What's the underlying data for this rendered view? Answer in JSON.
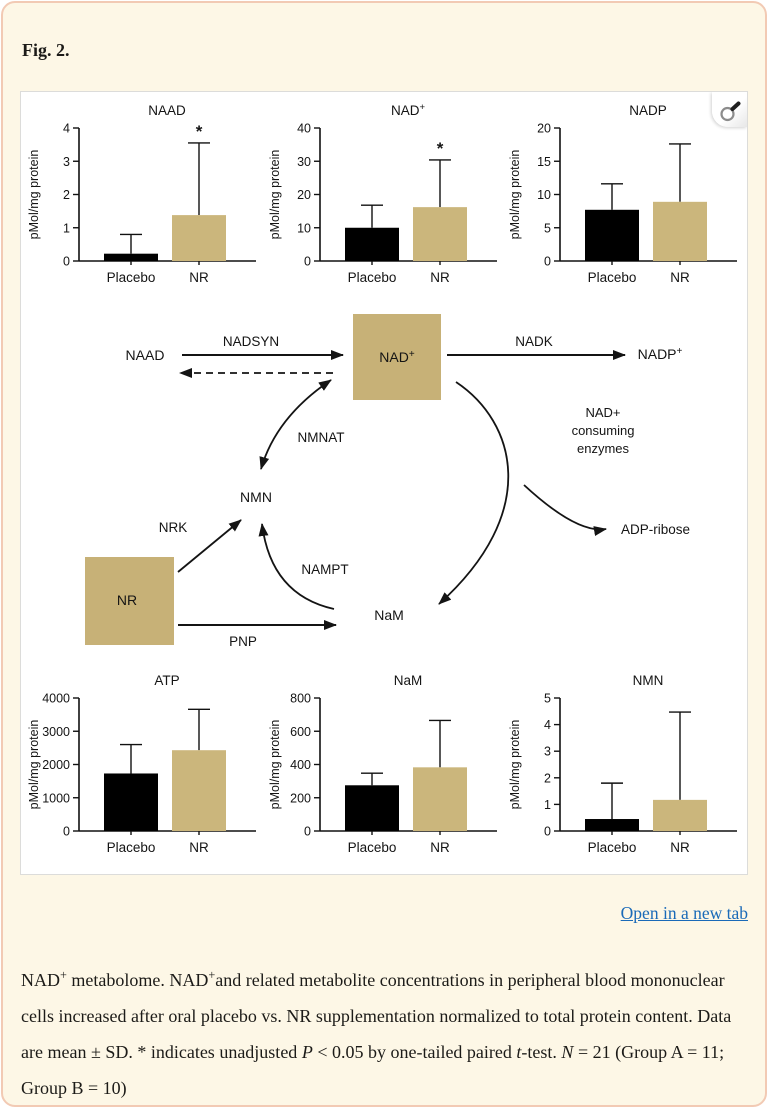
{
  "page": {
    "fig_label": "Fig. 2.",
    "background_color": "#fdf7e6",
    "border_color": "#f2cab4"
  },
  "figure": {
    "open_link_label": "Open in a new tab"
  },
  "colors": {
    "placebo_bar": "#000000",
    "nr_bar": "#cbb67c",
    "diagram_box": "#c7b177",
    "axis": "#111111",
    "link": "#1a6ab8"
  },
  "chart_data": [
    {
      "type": "bar",
      "title": "NAAD",
      "title_sup": "",
      "ylabel": "pMol/mg protein",
      "ylim": [
        0,
        4
      ],
      "yticks": [
        0,
        1,
        2,
        3,
        4
      ],
      "categories": [
        "Placebo",
        "NR"
      ],
      "values": [
        0.22,
        1.38
      ],
      "error_top": [
        0.8,
        3.55
      ],
      "significance": [
        "",
        "*"
      ]
    },
    {
      "type": "bar",
      "title": "NAD",
      "title_sup": "+",
      "ylabel": "pMol/mg protein",
      "ylim": [
        0,
        40
      ],
      "yticks": [
        0,
        10,
        20,
        30,
        40
      ],
      "categories": [
        "Placebo",
        "NR"
      ],
      "values": [
        10,
        16.2
      ],
      "error_top": [
        16.8,
        30.4
      ],
      "significance": [
        "",
        "*"
      ]
    },
    {
      "type": "bar",
      "title": "NADP",
      "title_sup": "",
      "ylabel": "pMol/mg protein",
      "ylim": [
        0,
        20
      ],
      "yticks": [
        0,
        5,
        10,
        15,
        20
      ],
      "categories": [
        "Placebo",
        "NR"
      ],
      "values": [
        7.7,
        8.9
      ],
      "error_top": [
        11.6,
        17.6
      ],
      "significance": [
        "",
        ""
      ]
    },
    {
      "type": "bar",
      "title": "ATP",
      "title_sup": "",
      "ylabel": "pMol/mg protein",
      "ylim": [
        0,
        4000
      ],
      "yticks": [
        0,
        1000,
        2000,
        3000,
        4000
      ],
      "categories": [
        "Placebo",
        "NR"
      ],
      "values": [
        1730,
        2430
      ],
      "error_top": [
        2600,
        3660
      ],
      "significance": [
        "",
        ""
      ]
    },
    {
      "type": "bar",
      "title": "NaM",
      "title_sup": "",
      "ylabel": "pMol/mg protein",
      "ylim": [
        0,
        800
      ],
      "yticks": [
        0,
        200,
        400,
        600,
        800
      ],
      "categories": [
        "Placebo",
        "NR"
      ],
      "values": [
        275,
        383
      ],
      "error_top": [
        348,
        665
      ],
      "significance": [
        "",
        ""
      ]
    },
    {
      "type": "bar",
      "title": "NMN",
      "title_sup": "",
      "ylabel": "pMol/mg protein",
      "ylim": [
        0,
        5
      ],
      "yticks": [
        0,
        1,
        2,
        3,
        4,
        5
      ],
      "categories": [
        "Placebo",
        "NR"
      ],
      "values": [
        0.45,
        1.17
      ],
      "error_top": [
        1.8,
        4.47
      ],
      "significance": [
        "",
        ""
      ]
    }
  ],
  "diagram": {
    "labels": {
      "naad": "NAAD",
      "nadsyn": "NADSYN",
      "nad_base": "NAD",
      "nad_sup": "+",
      "nadk": "NADK",
      "nadp_base": "NADP",
      "nadp_sup": "+",
      "nmnat": "NMNAT",
      "nmn": "NMN",
      "nrk": "NRK",
      "nr": "NR",
      "nampt": "NAMPT",
      "nam": "NaM",
      "pnp": "PNP",
      "adp_ribose": "ADP-ribose",
      "consuming_line1": "NAD+",
      "consuming_line2": "consuming",
      "consuming_line3": "enzymes"
    }
  },
  "caption": {
    "segments": [
      {
        "t": "NAD"
      },
      {
        "t": "+",
        "sup": 1
      },
      {
        "t": " metabolome. NAD"
      },
      {
        "t": "+",
        "sup": 1
      },
      {
        "t": "and related metabolite concentrations in peripheral blood mononuclear cells increased after oral placebo vs. NR supplementation normalized to total protein content. Data are mean ± SD. * indicates unadjusted "
      },
      {
        "t": "P",
        "i": 1
      },
      {
        "t": " < 0.05 by one-tailed paired "
      },
      {
        "t": "t",
        "i": 1
      },
      {
        "t": "-test. "
      },
      {
        "t": "N",
        "i": 1
      },
      {
        "t": " = 21 (Group A = 11; Group B = 10)"
      }
    ]
  }
}
